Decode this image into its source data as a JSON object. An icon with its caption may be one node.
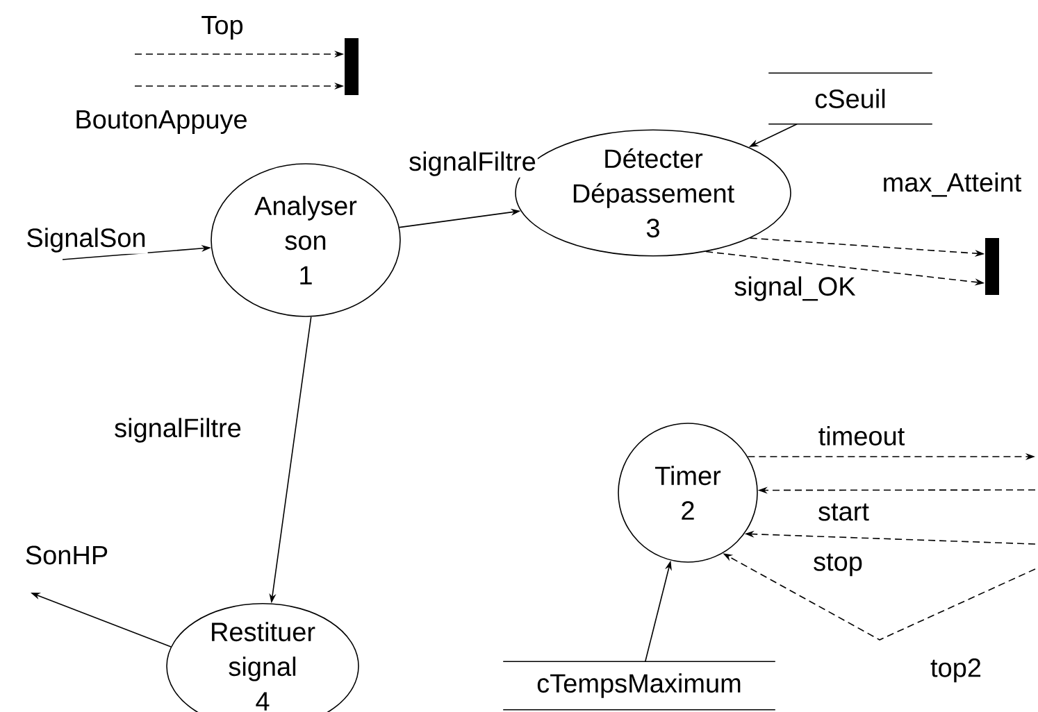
{
  "diagram": {
    "nodes": [
      {
        "text": [],
        "shape": "bar"
      },
      {
        "text": [
          "cSeuil"
        ]
      },
      {
        "text": [
          "Analyser son",
          "1"
        ]
      },
      {
        "text": [
          "Détecter Dépassement",
          "3"
        ]
      },
      {
        "text": [],
        "shape": "bar"
      },
      {
        "text": [
          "Timer",
          "2"
        ]
      },
      {
        "text": [
          "Restituer signal",
          "4"
        ]
      },
      {
        "text": [
          "cTempsMaximum"
        ]
      }
    ],
    "edges": [
      {
        "from": null,
        "to": 2,
        "arrow": "to",
        "label": "SignalSon"
      },
      {
        "from": 2,
        "to": 3,
        "arrow": "to",
        "label": "signalFiltre"
      },
      {
        "from": 2,
        "to": 6,
        "arrow": "to",
        "label": "signalFiltre"
      },
      {
        "from": 6,
        "to": null,
        "arrow": "to",
        "label": "SonHP"
      },
      {
        "from": 1,
        "to": 3,
        "arrow": "to"
      },
      {
        "from": 7,
        "to": 5,
        "arrow": "to"
      },
      {
        "from": 3,
        "to": 4,
        "arrow": "to",
        "label": "max_Atteint",
        "style": "dashed"
      },
      {
        "from": 3,
        "to": 4,
        "arrow": "to",
        "label": "signal_OK",
        "style": "dashed"
      },
      {
        "from": null,
        "to": 0,
        "arrow": "to",
        "label": "Top",
        "style": "dashed"
      },
      {
        "from": null,
        "to": 0,
        "arrow": "to",
        "label": "BoutonAppuye",
        "style": "dashed"
      },
      {
        "from": 5,
        "to": null,
        "arrow": "to",
        "label": "timeout",
        "style": "dashed"
      },
      {
        "from": null,
        "to": 5,
        "arrow": "to",
        "label": "start",
        "style": "dashed"
      },
      {
        "from": null,
        "to": 5,
        "arrow": "to",
        "label": "stop",
        "style": "dashed"
      },
      {
        "from": null,
        "to": 5,
        "arrow": "to",
        "label": "top2",
        "style": "dashed"
      }
    ]
  }
}
